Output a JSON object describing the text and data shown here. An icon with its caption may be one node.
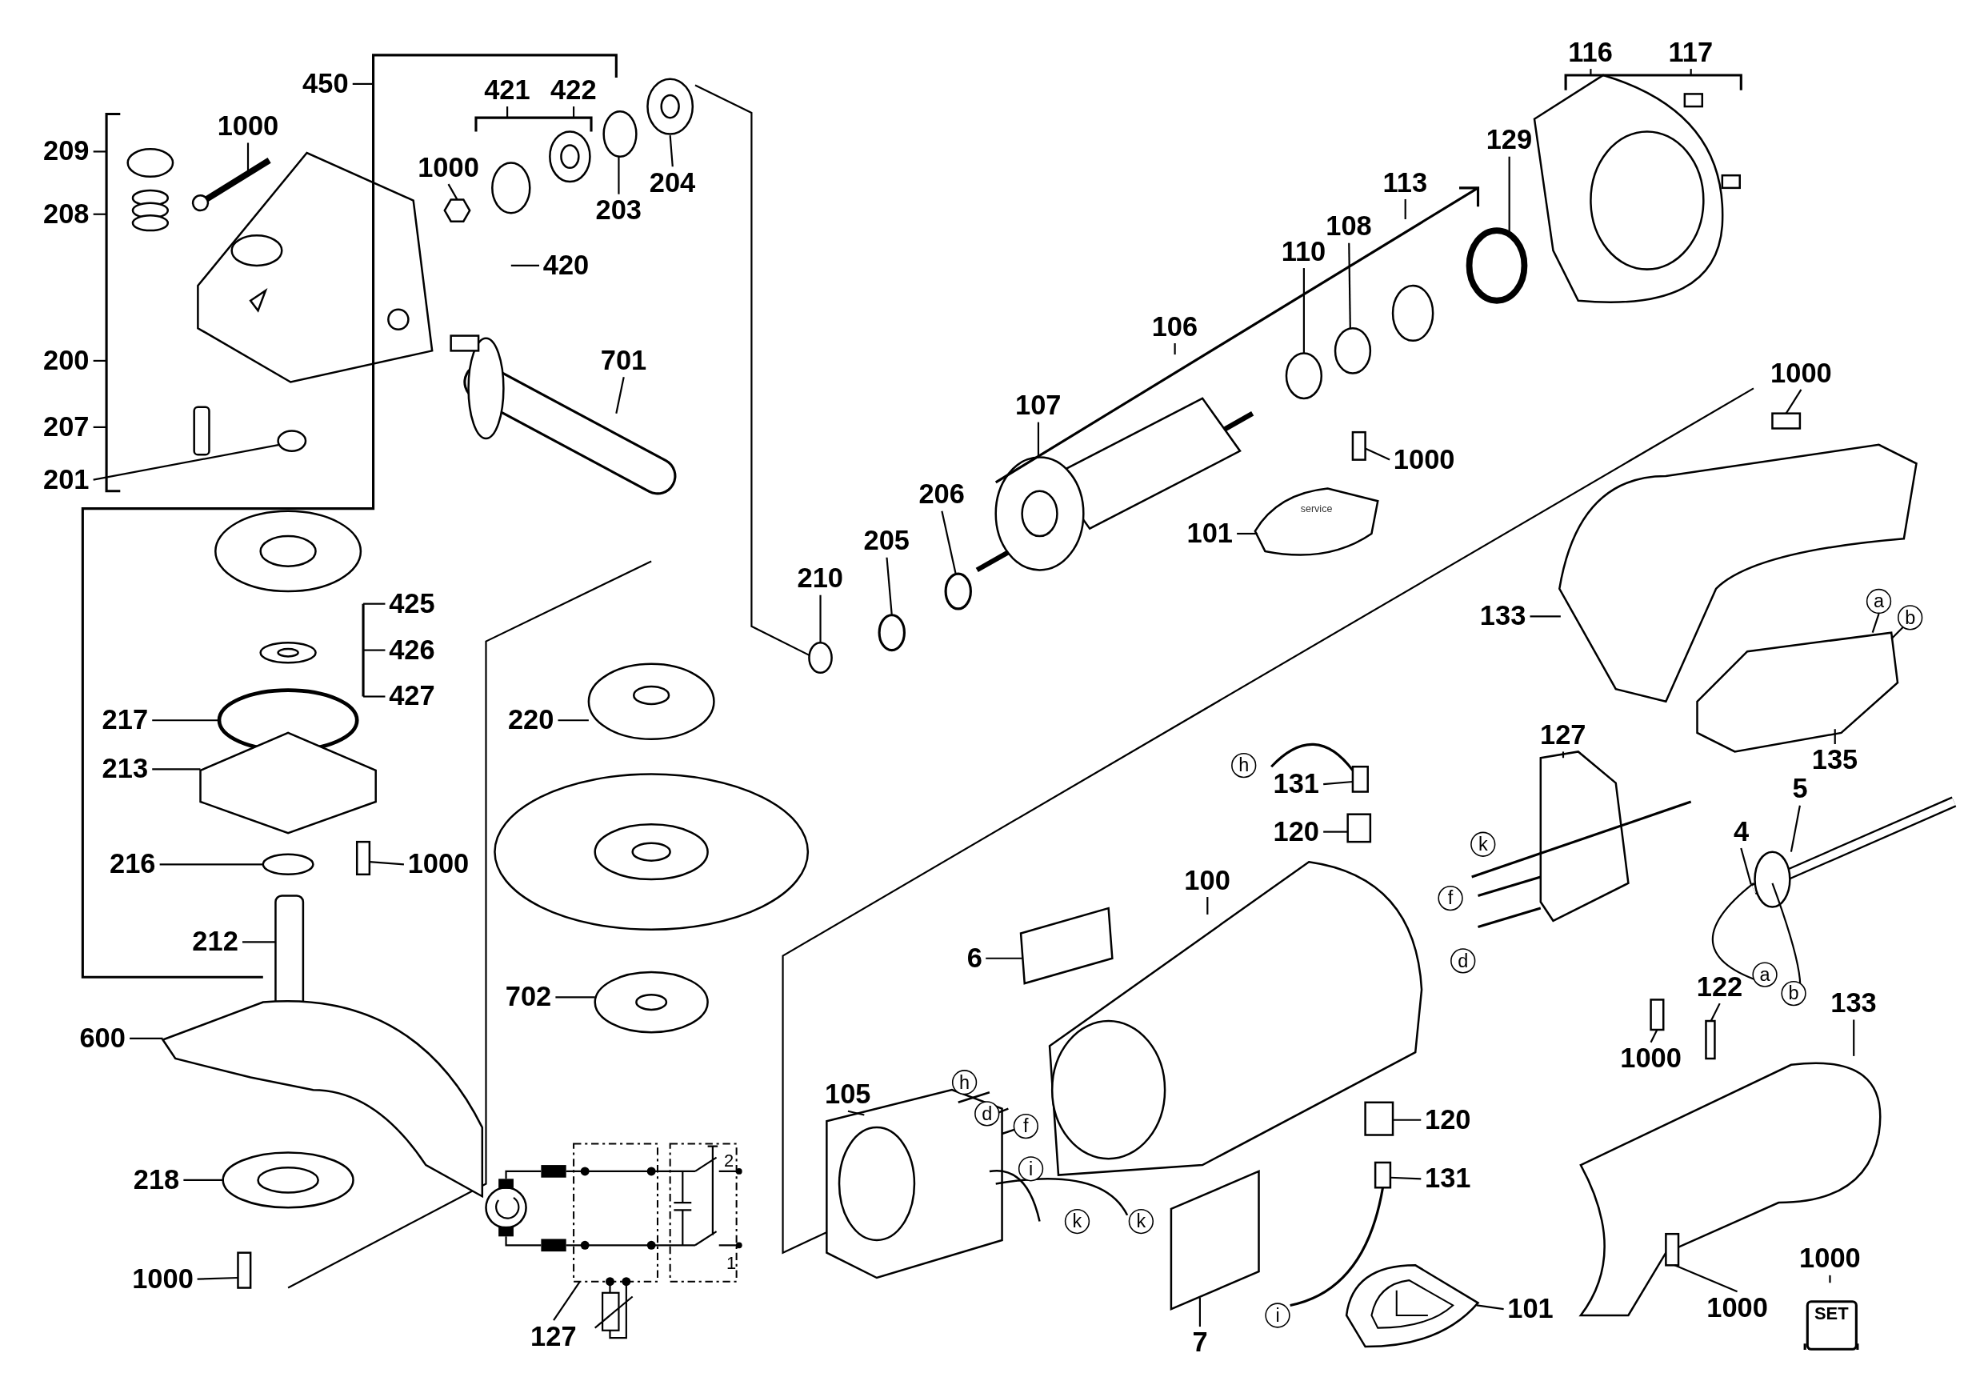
{
  "diagram": {
    "nodes": [
      {
        "text": [
          "450"
        ]
      },
      {
        "text": [
          "209"
        ]
      },
      {
        "text": [
          "1000"
        ]
      },
      {
        "text": [
          "208"
        ]
      },
      {
        "text": [
          "200"
        ]
      },
      {
        "text": [
          "207"
        ]
      },
      {
        "text": [
          "201"
        ]
      },
      {
        "text": [
          "1000"
        ]
      },
      {
        "text": [
          "421"
        ]
      },
      {
        "text": [
          "422"
        ]
      },
      {
        "text": [
          "203"
        ]
      },
      {
        "text": [
          "204"
        ]
      },
      {
        "text": [
          "420"
        ]
      },
      {
        "text": [
          "701"
        ]
      },
      {
        "text": [
          "425"
        ]
      },
      {
        "text": [
          "426"
        ]
      },
      {
        "text": [
          "427"
        ]
      },
      {
        "text": [
          "217"
        ]
      },
      {
        "text": [
          "213"
        ]
      },
      {
        "text": [
          "216"
        ]
      },
      {
        "text": [
          "1000"
        ]
      },
      {
        "text": [
          "212"
        ]
      },
      {
        "text": [
          "600"
        ]
      },
      {
        "text": [
          "218"
        ]
      },
      {
        "text": [
          "1000"
        ]
      },
      {
        "text": [
          "220"
        ]
      },
      {
        "text": [
          "702"
        ]
      },
      {
        "text": [
          "127"
        ]
      },
      {
        "text": [
          "116"
        ]
      },
      {
        "text": [
          "117"
        ]
      },
      {
        "text": [
          "129"
        ]
      },
      {
        "text": [
          "113"
        ]
      },
      {
        "text": [
          "108"
        ]
      },
      {
        "text": [
          "110"
        ]
      },
      {
        "text": [
          "106"
        ]
      },
      {
        "text": [
          "107"
        ]
      },
      {
        "text": [
          "206"
        ]
      },
      {
        "text": [
          "205"
        ]
      },
      {
        "text": [
          "210"
        ]
      },
      {
        "text": [
          "1000"
        ]
      },
      {
        "text": [
          "101"
        ]
      },
      {
        "text": [
          "1000"
        ]
      },
      {
        "text": [
          "133"
        ]
      },
      {
        "text": [
          "135"
        ]
      },
      {
        "text": [
          "127"
        ]
      },
      {
        "text": [
          "131"
        ]
      },
      {
        "text": [
          "120"
        ]
      },
      {
        "text": [
          "5"
        ]
      },
      {
        "text": [
          "4"
        ]
      },
      {
        "text": [
          "100"
        ]
      },
      {
        "text": [
          "6"
        ]
      },
      {
        "text": [
          "122"
        ]
      },
      {
        "text": [
          "133"
        ]
      },
      {
        "text": [
          "1000"
        ]
      },
      {
        "text": [
          "105"
        ]
      },
      {
        "text": [
          "120"
        ]
      },
      {
        "text": [
          "131"
        ]
      },
      {
        "text": [
          "7"
        ]
      },
      {
        "text": [
          "101"
        ]
      },
      {
        "text": [
          "1000"
        ]
      },
      {
        "text": [
          "1000"
        ]
      },
      {
        "text": [
          "service"
        ]
      },
      {
        "text": [],
        "shape": "circle"
      },
      {
        "text": [],
        "shape": "hexagon"
      },
      {
        "text": [],
        "shape": "circle"
      },
      {
        "text": [],
        "shape": "box"
      },
      {
        "text": [],
        "shape": "box"
      },
      {
        "text": [],
        "shape": "circle"
      },
      {
        "text": [],
        "shape": "circle"
      },
      {
        "text": [],
        "shape": "circle"
      },
      {
        "text": [],
        "shape": "circle"
      },
      {
        "text": [],
        "shape": "circle"
      },
      {
        "text": [],
        "shape": "box"
      },
      {
        "text": [],
        "shape": "box"
      },
      {
        "text": [],
        "shape": "box"
      },
      {
        "text": [],
        "shape": "box"
      },
      {
        "text": [],
        "shape": "box"
      },
      {
        "text": [],
        "shape": "box"
      },
      {
        "text": [],
        "shape": "box"
      },
      {
        "text": [],
        "shape": "picture"
      },
      {
        "text": [],
        "shape": "box"
      },
      {
        "text": [],
        "shape": "box"
      }
    ],
    "edges": [
      {
        "from": 0,
        "to": null,
        "arrow": "none"
      },
      {
        "from": 1,
        "to": null,
        "arrow": "none"
      },
      {
        "from": 2,
        "to": null,
        "arrow": "none"
      },
      {
        "from": 3,
        "to": null,
        "arrow": "none"
      },
      {
        "from": 4,
        "to": null,
        "arrow": "none"
      },
      {
        "from": 5,
        "to": null,
        "arrow": "none"
      },
      {
        "from": 6,
        "to": 62,
        "arrow": "none"
      },
      {
        "from": 7,
        "to": 63,
        "arrow": "none"
      },
      {
        "from": 8,
        "to": null,
        "arrow": "none"
      },
      {
        "from": 9,
        "to": null,
        "arrow": "none"
      },
      {
        "from": 10,
        "to": 64,
        "arrow": "none"
      },
      {
        "from": 11,
        "to": null,
        "arrow": "none"
      },
      {
        "from": 12,
        "to": null,
        "arrow": "none"
      },
      {
        "from": 13,
        "to": null,
        "arrow": "none"
      },
      {
        "from": 14,
        "to": null,
        "arrow": "none"
      },
      {
        "from": 15,
        "to": null,
        "arrow": "none"
      },
      {
        "from": 16,
        "to": null,
        "arrow": "none"
      },
      {
        "from": 17,
        "to": null,
        "arrow": "none"
      },
      {
        "from": 18,
        "to": null,
        "arrow": "none"
      },
      {
        "from": 19,
        "to": null,
        "arrow": "none"
      },
      {
        "from": 20,
        "to": 65,
        "arrow": "none"
      },
      {
        "from": 21,
        "to": null,
        "arrow": "none"
      },
      {
        "from": 22,
        "to": null,
        "arrow": "none"
      },
      {
        "from": 23,
        "to": null,
        "arrow": "none"
      },
      {
        "from": 24,
        "to": 66,
        "arrow": "none"
      },
      {
        "from": 25,
        "to": null,
        "arrow": "none"
      },
      {
        "from": 26,
        "to": null,
        "arrow": "none"
      },
      {
        "from": 27,
        "to": null,
        "arrow": "none"
      },
      {
        "from": 28,
        "to": null,
        "arrow": "none"
      },
      {
        "from": 29,
        "to": null,
        "arrow": "none"
      },
      {
        "from": 30,
        "to": null,
        "arrow": "none"
      },
      {
        "from": 31,
        "to": null,
        "arrow": "none"
      },
      {
        "from": 32,
        "to": 67,
        "arrow": "none"
      },
      {
        "from": 33,
        "to": 68,
        "arrow": "none"
      },
      {
        "from": 34,
        "to": null,
        "arrow": "none"
      },
      {
        "from": 35,
        "to": null,
        "arrow": "none"
      },
      {
        "from": 36,
        "to": 69,
        "arrow": "none"
      },
      {
        "from": 37,
        "to": 70,
        "arrow": "none"
      },
      {
        "from": 38,
        "to": 71,
        "arrow": "none"
      },
      {
        "from": 39,
        "to": 72,
        "arrow": "none"
      },
      {
        "from": 40,
        "to": 61,
        "arrow": "none"
      },
      {
        "from": 41,
        "to": 73,
        "arrow": "none"
      },
      {
        "from": 42,
        "to": null,
        "arrow": "none"
      },
      {
        "from": 43,
        "to": null,
        "arrow": "none"
      },
      {
        "from": 44,
        "to": null,
        "arrow": "none"
      },
      {
        "from": 45,
        "to": 74,
        "arrow": "none"
      },
      {
        "from": 46,
        "to": 75,
        "arrow": "none"
      },
      {
        "from": 47,
        "to": null,
        "arrow": "none"
      },
      {
        "from": 48,
        "to": null,
        "arrow": "none"
      },
      {
        "from": 49,
        "to": null,
        "arrow": "none"
      },
      {
        "from": 50,
        "to": null,
        "arrow": "none"
      },
      {
        "from": 51,
        "to": 81,
        "arrow": "none"
      },
      {
        "from": 52,
        "to": null,
        "arrow": "none"
      },
      {
        "from": 53,
        "to": 76,
        "arrow": "none"
      },
      {
        "from": 54,
        "to": null,
        "arrow": "none"
      },
      {
        "from": 55,
        "to": 77,
        "arrow": "none"
      },
      {
        "from": 56,
        "to": 78,
        "arrow": "none"
      },
      {
        "from": 57,
        "to": null,
        "arrow": "none"
      },
      {
        "from": 58,
        "to": 79,
        "arrow": "none"
      },
      {
        "from": 59,
        "to": null,
        "arrow": "none"
      },
      {
        "from": 60,
        "to": 80,
        "arrow": "none"
      }
    ],
    "labels": [
      "a",
      "b",
      "h",
      "k",
      "f",
      "d",
      "a",
      "b",
      "h",
      "d",
      "f",
      "2",
      "i",
      "k",
      "k",
      "1",
      "i",
      "SET"
    ]
  }
}
